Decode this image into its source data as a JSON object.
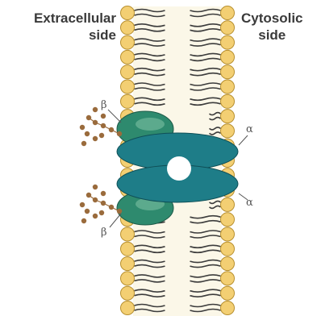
{
  "labels": {
    "extracellular": "Extracellular",
    "extracellular_side": "side",
    "cytosolic": "Cytosolic",
    "cytosolic_side": "side",
    "beta_top": "β",
    "beta_bottom": "β",
    "alpha_top": "α",
    "alpha_bottom": "α"
  },
  "colors": {
    "lipid_head": "#f3cf73",
    "lipid_head_stroke": "#b8902f",
    "lipid_tail": "#3c3c3c",
    "membrane_core": "#fbf7e8",
    "alpha_subunit": "#1e7d88",
    "beta_subunit": "#2e8a6e",
    "sugar_chain": "#9a6b3c",
    "pore": "#ffffff"
  }
}
